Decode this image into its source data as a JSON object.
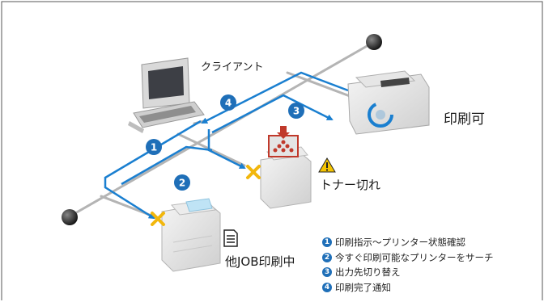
{
  "nodes": {
    "client": "クライアント",
    "printer_ok": "印刷可",
    "printer_toner": "トナー切れ",
    "printer_busy": "他JOB印刷中"
  },
  "steps": [
    {
      "num": "1",
      "label": "印刷指示〜プリンター状態確認"
    },
    {
      "num": "2",
      "label": "今すぐ印刷可能なプリンターをサーチ"
    },
    {
      "num": "3",
      "label": "出力先切り替え"
    },
    {
      "num": "4",
      "label": "印刷完了通知"
    }
  ],
  "icons": {
    "warning": "warning-icon",
    "document": "document-icon",
    "unavailable_mark": "x-mark-icon",
    "refresh": "refresh-icon"
  },
  "colors": {
    "network_line": "#b4b4b4",
    "flow_arrow": "#1a7fd0",
    "step_badge": "#1f6fb8",
    "x_mark": "#f2b70c",
    "warning": "#f5c400",
    "frame_border": "#555555"
  }
}
